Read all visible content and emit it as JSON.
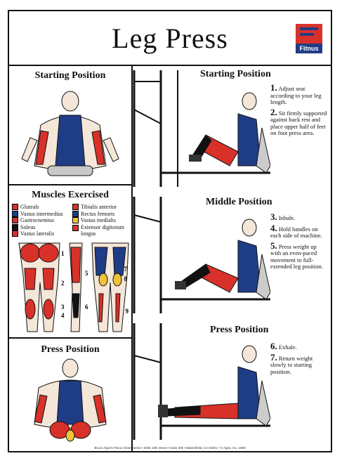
{
  "title": "Leg Press",
  "logo": {
    "text": "Fitnus"
  },
  "left": {
    "starting_position": "Starting Position",
    "muscles_exercised": "Muscles Exercised",
    "press_position": "Press Position",
    "muscles": [
      {
        "name": "Gluteals",
        "color": "#d8312a"
      },
      {
        "name": "Vastus intermedius",
        "color": "#1f3d86"
      },
      {
        "name": "Gastrocnemius",
        "color": "#d8312a"
      },
      {
        "name": "Soleus",
        "color": "#111111"
      },
      {
        "name": "Vastus lateralis",
        "color": "#d8312a"
      },
      {
        "name": "Tibialis anterior",
        "color": "#d8312a"
      },
      {
        "name": "Rectus femoris",
        "color": "#1f3d86"
      },
      {
        "name": "Vastus medialis",
        "color": "#f0c23a"
      },
      {
        "name": "Extensor digitorum longus",
        "color": "#d8312a"
      }
    ],
    "diagram_numbers": [
      "1",
      "2",
      "3",
      "4",
      "5",
      "6",
      "7",
      "8",
      "9"
    ]
  },
  "right": {
    "sections": [
      {
        "title": "Starting Position",
        "steps": [
          {
            "num": "1.",
            "text": "Adjust seat according to your leg length."
          },
          {
            "num": "2.",
            "text": "Sit firmly supported against back rest and place upper half of feet on foot press area."
          }
        ]
      },
      {
        "title": "Middle Position",
        "steps": [
          {
            "num": "3.",
            "text": "Inhale."
          },
          {
            "num": "4.",
            "text": "Hold handles on each side of machine."
          },
          {
            "num": "5.",
            "text": "Press weight up with an even-paced movement to full-extended leg position."
          }
        ]
      },
      {
        "title": "Press Position",
        "steps": [
          {
            "num": "6.",
            "text": "Exhale."
          },
          {
            "num": "7.",
            "text": "Return weight slowly to starting position."
          }
        ]
      }
    ]
  },
  "footer": "Bruce Algra's Fitnus Chart Series • 3035 19th Street • Suite 305 • Bakersfield, CA 93301 • © Algra, Inc. 1990"
}
